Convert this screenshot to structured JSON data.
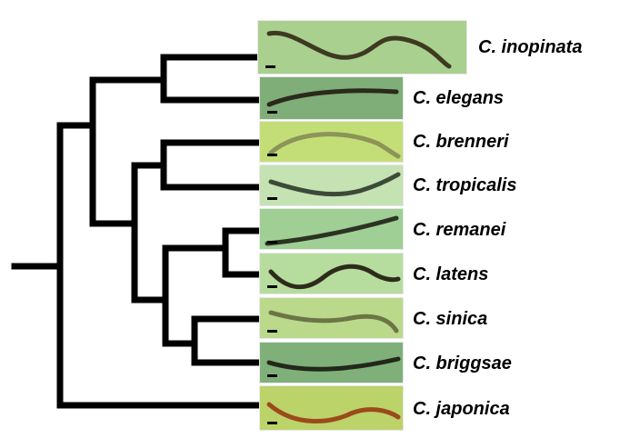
{
  "figure": {
    "species": [
      {
        "id": "inopinata",
        "label": "C. inopinata",
        "icon": "worm-photo-icon",
        "bg": "#a9d08e",
        "worm": "#3e3a22"
      },
      {
        "id": "elegans",
        "label": "C. elegans",
        "icon": "worm-photo-icon",
        "bg": "#7fae78",
        "worm": "#2b2a1c"
      },
      {
        "id": "brenneri",
        "label": "C. brenneri",
        "icon": "worm-photo-icon",
        "bg": "#c3de77",
        "worm": "#8c9458"
      },
      {
        "id": "tropicalis",
        "label": "C. tropicalis",
        "icon": "worm-photo-icon",
        "bg": "#c4e2b2",
        "worm": "#3d4a38"
      },
      {
        "id": "remanei",
        "label": "C. remanei",
        "icon": "worm-photo-icon",
        "bg": "#9fcf94",
        "worm": "#2c3323"
      },
      {
        "id": "latens",
        "label": "C. latens",
        "icon": "worm-photo-icon",
        "bg": "#b6dc9e",
        "worm": "#2d2c1b"
      },
      {
        "id": "sinica",
        "label": "C. sinica",
        "icon": "worm-photo-icon",
        "bg": "#bad98a",
        "worm": "#6d7446"
      },
      {
        "id": "briggsae",
        "label": "C. briggsae",
        "icon": "worm-photo-icon",
        "bg": "#7fb07a",
        "worm": "#22281a"
      },
      {
        "id": "japonica",
        "label": "C. japonica",
        "icon": "worm-photo-icon",
        "bg": "#bcd36a",
        "worm": "#9b4a1c"
      }
    ],
    "tree_color": "#000000"
  }
}
